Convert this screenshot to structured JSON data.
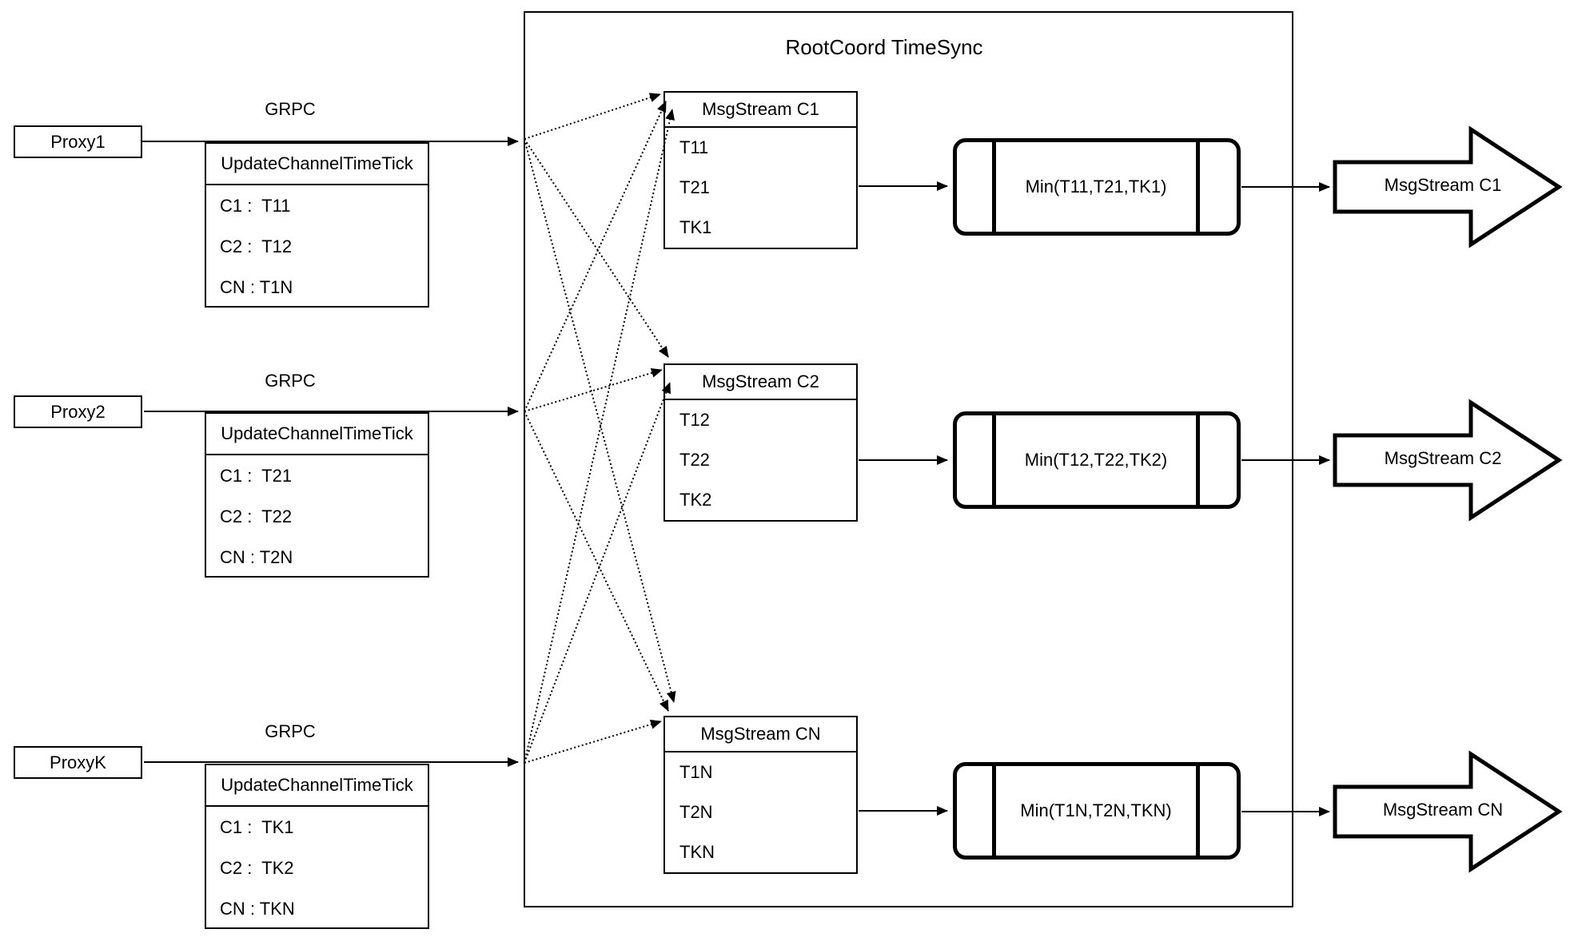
{
  "diagram": {
    "rootcoord_title": "RootCoord TimeSync",
    "proxies": [
      {
        "name": "Proxy1",
        "protocol_label": "GRPC",
        "table_header": "UpdateChannelTimeTick",
        "rows": [
          "C1 :  T11",
          "C2 :  T12",
          "CN : T1N"
        ]
      },
      {
        "name": "Proxy2",
        "protocol_label": "GRPC",
        "table_header": "UpdateChannelTimeTick",
        "rows": [
          "C1 :  T21",
          "C2 :  T22",
          "CN : T2N"
        ]
      },
      {
        "name": "ProxyK",
        "protocol_label": "GRPC",
        "table_header": "UpdateChannelTimeTick",
        "rows": [
          "C1 :  TK1",
          "C2 :  TK2",
          "CN : TKN"
        ]
      }
    ],
    "streams": [
      {
        "table_header": "MsgStream C1",
        "rows": [
          "T11",
          "T21",
          "TK1"
        ],
        "min_label": "Min(T11,T21,TK1)",
        "output_label": "MsgStream C1"
      },
      {
        "table_header": "MsgStream C2",
        "rows": [
          "T12",
          "T22",
          "TK2"
        ],
        "min_label": "Min(T12,T22,TK2)",
        "output_label": "MsgStream C2"
      },
      {
        "table_header": "MsgStream CN",
        "rows": [
          "T1N",
          "T2N",
          "TKN"
        ],
        "min_label": "Min(T1N,T2N,TKN)",
        "output_label": "MsgStream CN"
      }
    ]
  }
}
